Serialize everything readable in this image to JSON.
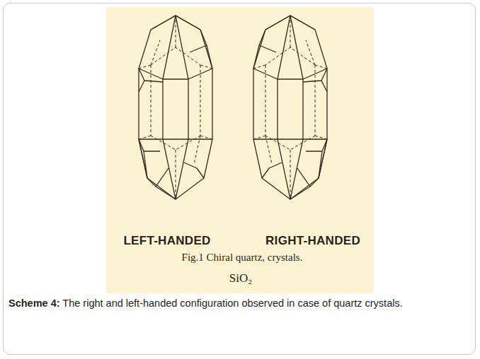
{
  "diagram": {
    "caption": "Scheme 4: The right and left-handed configuration observed in case of quartz crystals.",
    "labels": [
      "LEFT-HANDED",
      "RIGHT-HANDED",
      "Fig.1 Chiral quartz, crystals.",
      "SiO₂"
    ]
  }
}
